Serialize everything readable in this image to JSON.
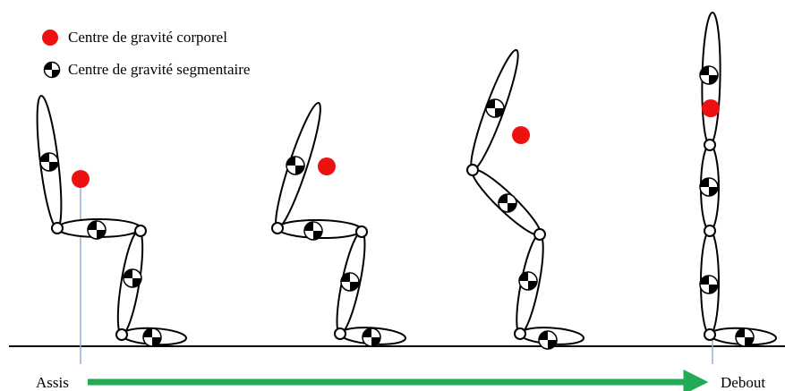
{
  "legend": {
    "body_cog": "Centre de gravité corporel",
    "segment_cog": "Centre de gravité segmentaire"
  },
  "progress": {
    "start_label": "Assis",
    "end_label": "Debout"
  },
  "colors": {
    "body_cog": "#ee1111",
    "arrow": "#22aa55",
    "vertical_line": "#8fb0d8",
    "ground": "#000000"
  },
  "icons": {
    "body_cog": "red-dot-icon",
    "segment_cog": "half-filled-circle-icon"
  }
}
